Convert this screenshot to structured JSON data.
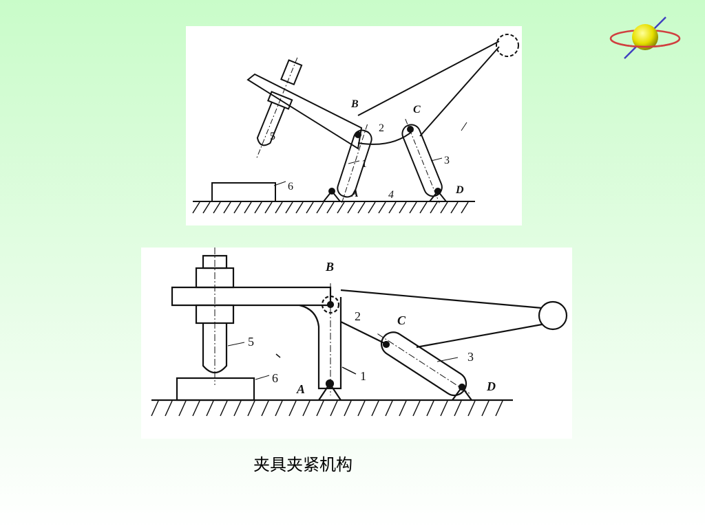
{
  "caption": "夹具夹紧机构",
  "top_diagram": {
    "labels": {
      "A": "A",
      "B": "B",
      "C": "C",
      "D": "D"
    },
    "numbers": {
      "n1": "1",
      "n2": "2",
      "n3": "3",
      "n4": "4",
      "n5": "5",
      "n6": "6"
    }
  },
  "bottom_diagram": {
    "labels": {
      "A": "A",
      "B": "B",
      "C": "C",
      "D": "D"
    },
    "numbers": {
      "n1": "1",
      "n2": "2",
      "n3": "3",
      "n5": "5",
      "n6": "6"
    }
  },
  "icons": {
    "corner": "globe-orbit-icon"
  },
  "colors": {
    "globe": "#e8e000",
    "orbit": "#d04040",
    "axis": "#4040c0"
  }
}
